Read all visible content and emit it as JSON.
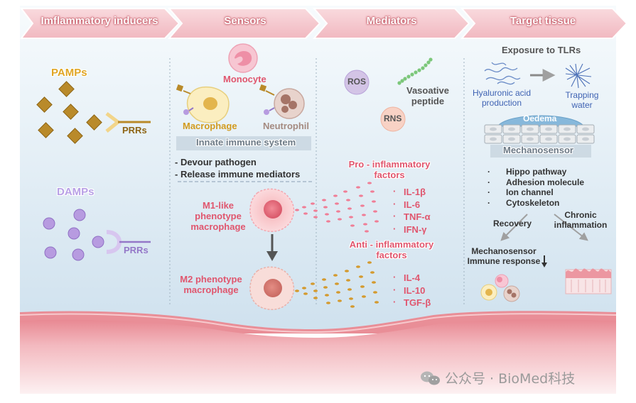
{
  "headers": [
    "Imflammatory inducers",
    "Sensors",
    "Mediators",
    "Target tissue"
  ],
  "inducers": {
    "pamps": "PAMPs",
    "damps": "DAMPs",
    "prrs_top": "PRRs",
    "prrs_bottom": "PRRs"
  },
  "sensors": {
    "monocyte": "Monocyte",
    "macrophage": "Macrophage",
    "neutrophil": "Neutrophil",
    "innate": "Innate immune system",
    "bullets": [
      "- Devour pathogen",
      "- Release immune mediators"
    ],
    "m1": "M1-like\nphenotype\nmacrophage",
    "m2": "M2 phenotype\nmacrophage"
  },
  "mediators": {
    "ros": "ROS",
    "rns": "RNS",
    "vasoactive": "Vasoative\npeptide",
    "pro_title": "Pro - inflammatory\nfactors",
    "pro_items": [
      "IL-1β",
      "IL-6",
      "TNF-α",
      "IFN-γ"
    ],
    "anti_title": "Anti - inflammatory\nfactors",
    "anti_items": [
      "IL-4",
      "IL-10",
      "TGF-β"
    ]
  },
  "target": {
    "exposure": "Exposure to TLRs",
    "hyaluronic": "Hyaluronic acid\nproduction",
    "trapping": "Trapping\nwater",
    "oedema": "Oedema",
    "mechanosensor": "Mechanosensor",
    "pathways": [
      "Hippo pathway",
      "Adhesion molecule",
      "Ion channel",
      "Cytoskeleton"
    ],
    "recovery": "Recovery",
    "chronic": "Chronic\ninflammation",
    "mech_response": "Mechanosensor\nImmune response"
  },
  "watermark": "公众号 · BioMed科技",
  "colors": {
    "header_arrow": "#f3c7cd",
    "header_text_glow": "#b03a48",
    "panel_bg": "#dde9f2",
    "pink_text": "#e0566e",
    "purple_text": "#9478c8",
    "gold_text": "#c79a2a",
    "blue_text": "#3f63b3",
    "dark_text": "#333333"
  }
}
